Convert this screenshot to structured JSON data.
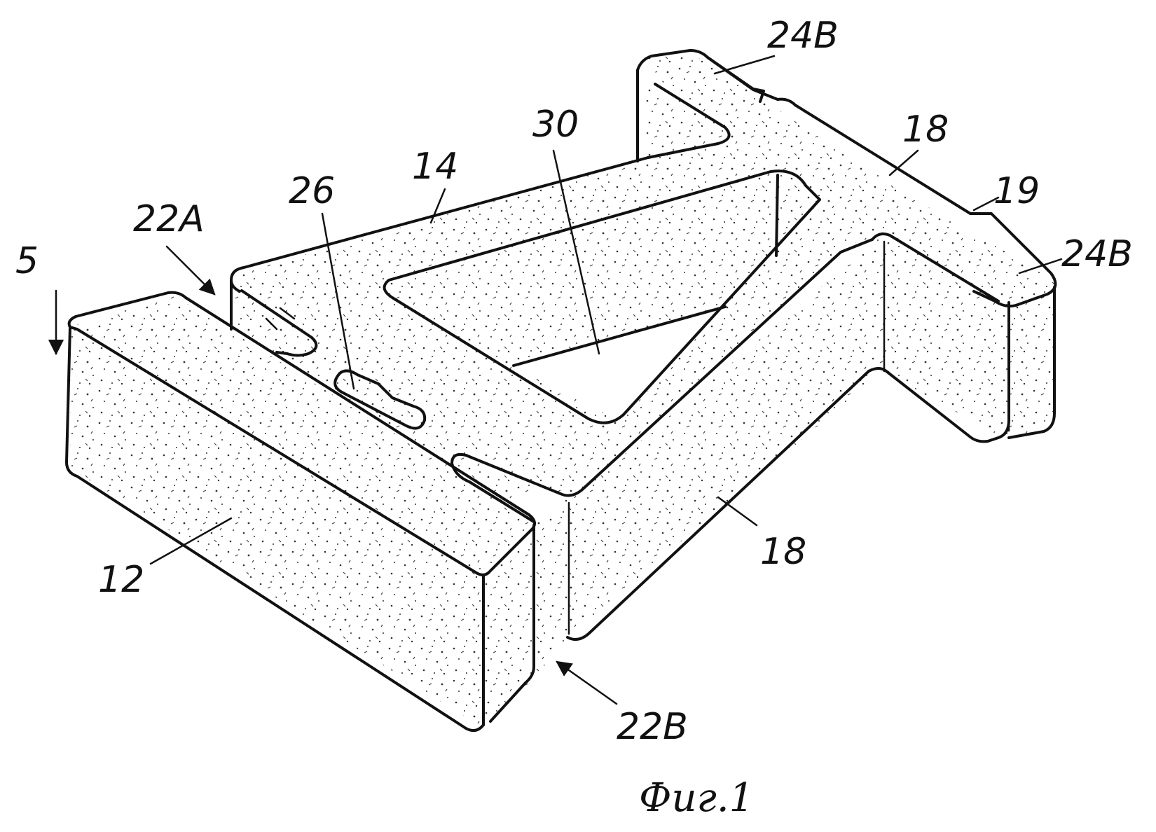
{
  "labels": {
    "l5": "5",
    "l22a": "22A",
    "l26": "26",
    "l14": "14",
    "l30": "30",
    "l24b_top": "24B",
    "l18_top": "18",
    "l19": "19",
    "l24b_right": "24B",
    "l18_bottom": "18",
    "l12": "12",
    "l22b": "22B"
  },
  "caption": "Фиг.1"
}
